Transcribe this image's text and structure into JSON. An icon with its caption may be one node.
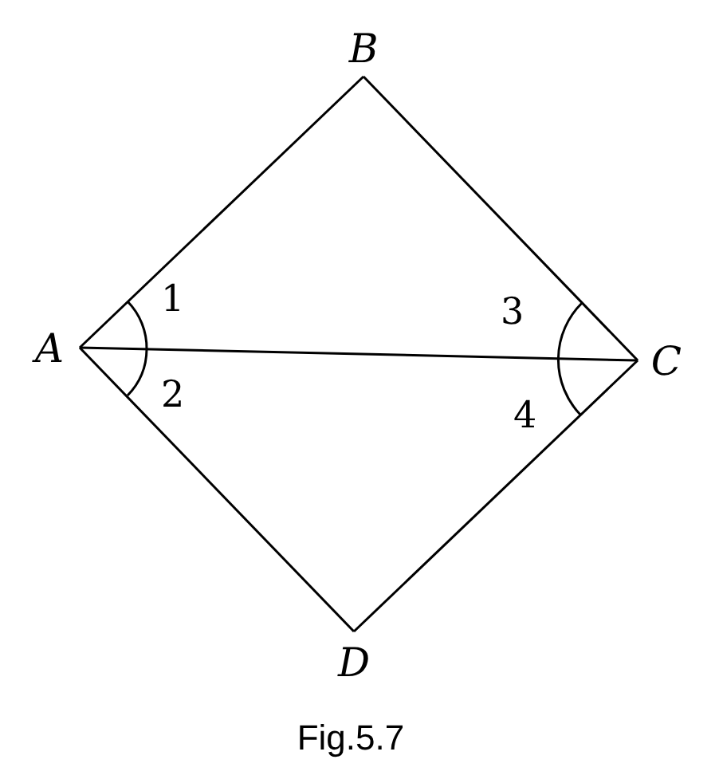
{
  "diagram": {
    "caption": "Fig.5.7",
    "nodes": [
      {
        "text": [
          "B"
        ]
      },
      {
        "text": [
          "A"
        ]
      },
      {
        "text": [
          "C"
        ]
      },
      {
        "text": [
          "D"
        ]
      }
    ],
    "edges": [
      {
        "from": 1,
        "to": 0,
        "arrow": "none"
      },
      {
        "from": 0,
        "to": 2,
        "arrow": "none"
      },
      {
        "from": 2,
        "to": 3,
        "arrow": "none"
      },
      {
        "from": 3,
        "to": 1,
        "arrow": "none"
      },
      {
        "from": 1,
        "to": 2,
        "arrow": "none"
      }
    ],
    "labels": [
      "1",
      "3",
      "2",
      "4"
    ]
  }
}
